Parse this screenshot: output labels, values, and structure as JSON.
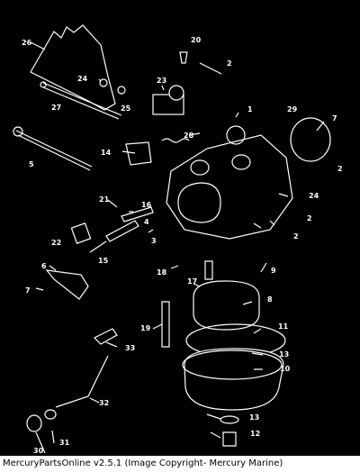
{
  "callouts": [
    {
      "id": "26",
      "text": "26"
    },
    {
      "id": "20",
      "text": "20"
    },
    {
      "id": "2a",
      "text": "2"
    },
    {
      "id": "24a",
      "text": "24"
    },
    {
      "id": "23",
      "text": "23"
    },
    {
      "id": "25",
      "text": "25"
    },
    {
      "id": "27",
      "text": "27"
    },
    {
      "id": "1",
      "text": "1"
    },
    {
      "id": "29",
      "text": "29"
    },
    {
      "id": "7a",
      "text": "7"
    },
    {
      "id": "28",
      "text": "28"
    },
    {
      "id": "5",
      "text": "5"
    },
    {
      "id": "14",
      "text": "14"
    },
    {
      "id": "2b",
      "text": "2"
    },
    {
      "id": "21",
      "text": "21"
    },
    {
      "id": "16",
      "text": "16"
    },
    {
      "id": "24b",
      "text": "24"
    },
    {
      "id": "2c",
      "text": "2"
    },
    {
      "id": "2d",
      "text": "2"
    },
    {
      "id": "4",
      "text": "4"
    },
    {
      "id": "22",
      "text": "22"
    },
    {
      "id": "3",
      "text": "3"
    },
    {
      "id": "15",
      "text": "15"
    },
    {
      "id": "6",
      "text": "6"
    },
    {
      "id": "18",
      "text": "18"
    },
    {
      "id": "9",
      "text": "9"
    },
    {
      "id": "17",
      "text": "17"
    },
    {
      "id": "7b",
      "text": "7"
    },
    {
      "id": "8",
      "text": "8"
    },
    {
      "id": "19",
      "text": "19"
    },
    {
      "id": "11",
      "text": "11"
    },
    {
      "id": "33",
      "text": "33"
    },
    {
      "id": "13a",
      "text": "13"
    },
    {
      "id": "10",
      "text": "10"
    },
    {
      "id": "32",
      "text": "32"
    },
    {
      "id": "13b",
      "text": "13"
    },
    {
      "id": "31",
      "text": "31"
    },
    {
      "id": "12",
      "text": "12"
    },
    {
      "id": "30",
      "text": "30"
    }
  ],
  "footer": {
    "text": "MercuryPartsOnline v2.5.1 (Image Copyright- Mercury Marine)"
  },
  "colors": {
    "background": "#000000",
    "lines": "#ffffff",
    "footer_bg": "#ffffff"
  }
}
